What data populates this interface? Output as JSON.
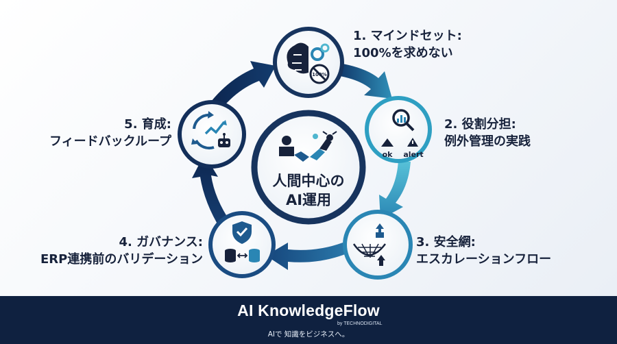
{
  "center": {
    "line1": "人間中心の",
    "line2": "AI運用"
  },
  "steps": [
    {
      "line1": "1. マインドセット:",
      "line2": "100%を求めない"
    },
    {
      "line1": "2. 役割分担:",
      "line2": "例外管理の実践"
    },
    {
      "line1": "3. 安全網:",
      "line2": "エスカレーションフロー"
    },
    {
      "line1": "4. ガバナンス:",
      "line2": "ERP連携前のバリデーション"
    },
    {
      "line1": "5. 育成:",
      "line2": "フィードバックループ"
    }
  ],
  "icons": {
    "step1": {
      "name": "brain-gear-icon",
      "badge": "100%"
    },
    "step2": {
      "name": "magnifier-chart-icon",
      "ok": "ok",
      "alert": "alert"
    },
    "step3": {
      "name": "safety-net-icon"
    },
    "step4": {
      "name": "shield-database-icon"
    },
    "step5": {
      "name": "feedback-robot-icon"
    },
    "center": {
      "name": "handshake-robot-icon"
    }
  },
  "footer": {
    "brand": "AI KnowledgeFlow",
    "byline": "by TECHNODIGITAL",
    "tagline": "AIで 知識をビジネスへ。"
  },
  "colors": {
    "navy": "#17223b",
    "arrow_dark": "#0f2a55",
    "arrow_mid": "#1e5a8e",
    "arrow_light": "#4fb6cf",
    "footer_bg": "#0f2140"
  }
}
